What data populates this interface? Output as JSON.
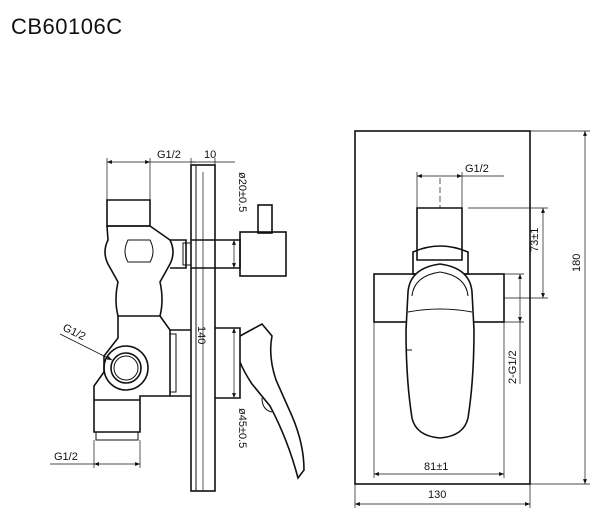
{
  "title": "CB60106C",
  "side_view": {
    "top_thread": "G1/2",
    "wall_offset": "10",
    "small_diameter": "ø20±0.5",
    "height": "140",
    "port_thread": "G1/2",
    "large_diameter": "ø45±0.5",
    "bottom_thread": "G1/2"
  },
  "front_view": {
    "top_thread": "G1/2",
    "center_offset": "73±1",
    "height": "180",
    "side_threads": "2-G1/2",
    "inner_width": "81±1",
    "plate_width": "130"
  }
}
